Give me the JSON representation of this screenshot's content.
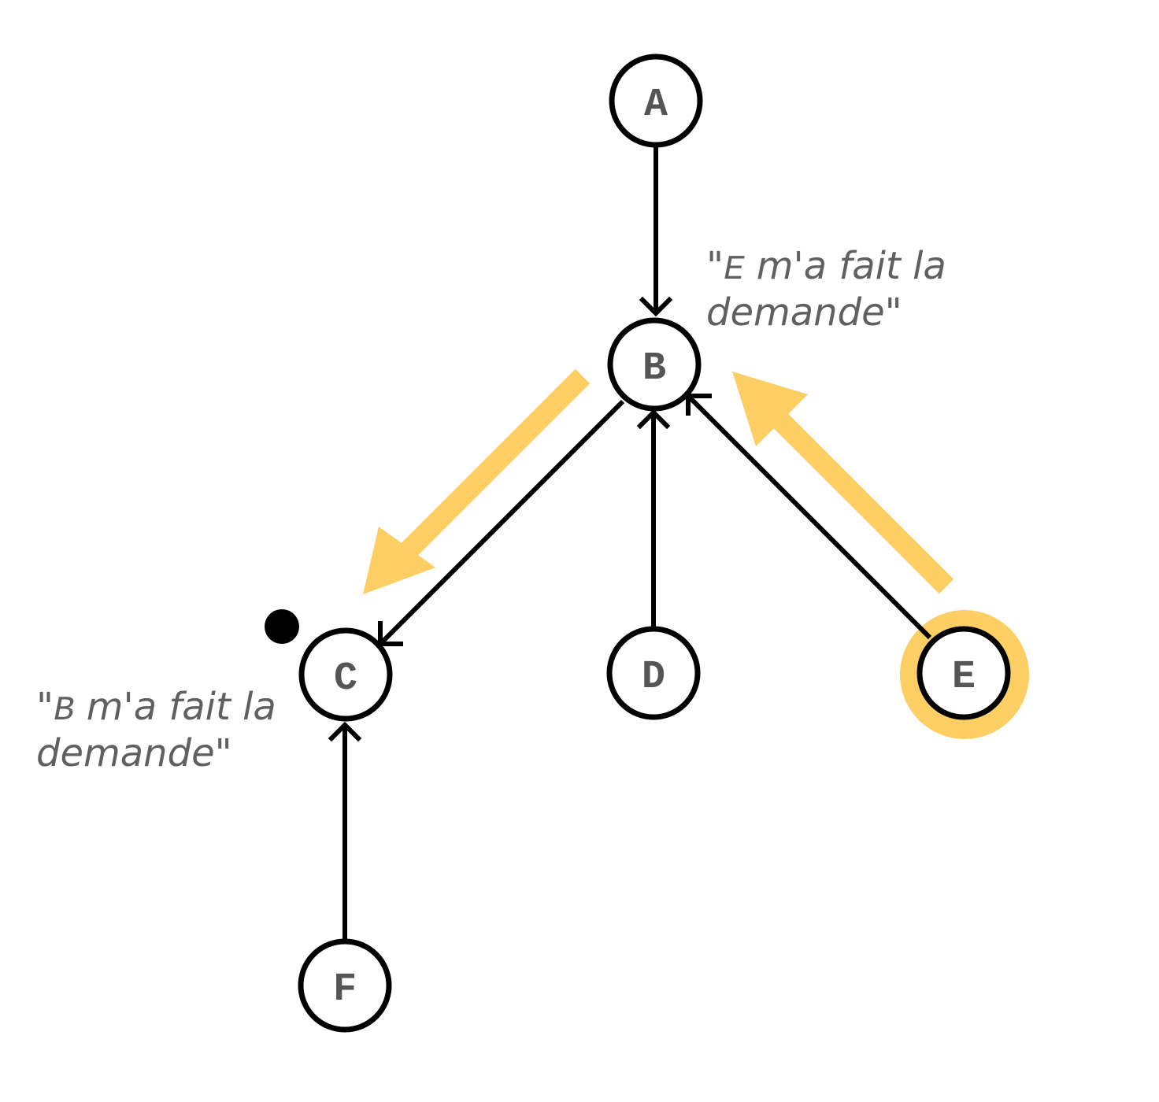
{
  "nodes": {
    "A": "A",
    "B": "B",
    "C": "C",
    "D": "D",
    "E": "E",
    "F": "F"
  },
  "notes": {
    "b_note": {
      "open_quote": "\"",
      "code": "E",
      "line1_rest": " m'a fait la",
      "line2": "demande\""
    },
    "c_note": {
      "open_quote": "\"",
      "code": "B",
      "line1_rest": " m'a fait la",
      "line2": "demande\""
    }
  },
  "colors": {
    "highlight": "#fcce63",
    "stroke": "#000000",
    "label": "#555555",
    "note_text": "#606060"
  }
}
